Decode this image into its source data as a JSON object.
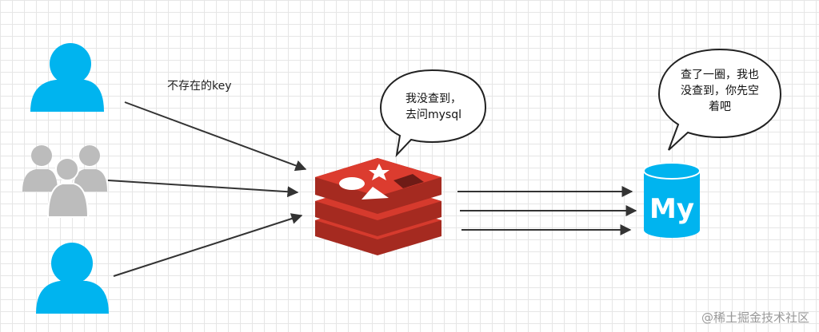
{
  "edge_label": "不存在的key",
  "redis_bubble": {
    "lines": [
      "我没查到，",
      "去问mysql"
    ]
  },
  "mysql_bubble": {
    "lines": [
      "查了一圈，我也",
      "没查到，你先空",
      "着吧"
    ]
  },
  "mysql_logo_text": "My",
  "watermark": "@稀土掘金技术社区",
  "colors": {
    "user_blue": "#00b4ef",
    "group_gray": "#bdbdbd",
    "redis_red": "#d63a2d",
    "redis_dark": "#a02a20",
    "mysql_blue": "#00b4ef",
    "arrow": "#333333"
  },
  "icons": {
    "top_user": "user-icon",
    "group": "user-group-icon",
    "bottom_user": "user-icon",
    "redis": "redis-logo",
    "mysql": "mysql-database-icon"
  }
}
